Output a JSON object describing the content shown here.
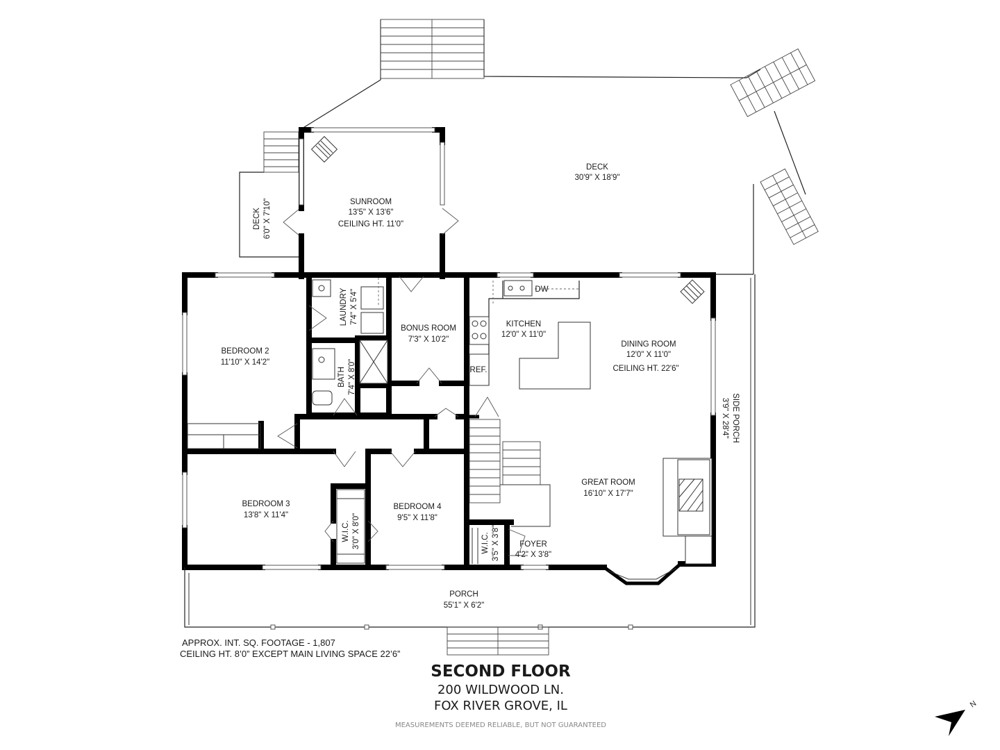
{
  "rooms": {
    "deck_main": {
      "name": "DECK",
      "dims": "30'9\" X 18'9\""
    },
    "deck_small": {
      "name": "DECK",
      "dims": "6'0\" X 7'10\""
    },
    "sunroom": {
      "name": "SUNROOM",
      "dims": "13'5\" X 13'6\"",
      "ceiling": "CEILING HT. 11'0\""
    },
    "laundry": {
      "name": "LAUNDRY",
      "dims": "7'4\" X 5'4\""
    },
    "bonus_room": {
      "name": "BONUS ROOM",
      "dims": "7'3\" X 10'2\""
    },
    "kitchen": {
      "name": "KITCHEN",
      "dims": "12'0\" X 11'0\"",
      "dw": "DW",
      "ref": "REF."
    },
    "dining_room": {
      "name": "DINING ROOM",
      "dims": "12'0\" X 11'0\"",
      "ceiling": "CEILING HT. 22'6\""
    },
    "bedroom2": {
      "name": "BEDROOM 2",
      "dims": "11'10\" X 14'2\""
    },
    "bath": {
      "name": "BATH",
      "dims": "7'4\" X 8'0\""
    },
    "side_porch": {
      "name": "SIDE PORCH",
      "dims": "3'9\" X 28'4\""
    },
    "great_room": {
      "name": "GREAT ROOM",
      "dims": "16'10\" X 17'7\""
    },
    "bedroom3": {
      "name": "BEDROOM 3",
      "dims": "13'8\" X 11'4\""
    },
    "wic1": {
      "name": "W.I.C.",
      "dims": "3'0\" X 8'0\""
    },
    "bedroom4": {
      "name": "BEDROOM 4",
      "dims": "9'5\" X 11'8\""
    },
    "wic2": {
      "name": "W.I.C.",
      "dims": "3'5\" X 3'8\""
    },
    "foyer": {
      "name": "FOYER",
      "dims": "4'2\" X 3'8\""
    },
    "porch": {
      "name": "PORCH",
      "dims": "55'1\" X 6'2\""
    }
  },
  "notes": {
    "sqft": "APPROX. INT. SQ. FOOTAGE - 1,807",
    "ceiling": "CEILING HT. 8’0” EXCEPT MAIN LIVING SPACE 22’6”"
  },
  "title": {
    "floor": "SECOND FLOOR",
    "address1": "200 WILDWOOD LN.",
    "address2": "FOX RIVER GROVE, IL",
    "disclaimer": "MEASUREMENTS DEEMED RELIABLE, BUT NOT GUARANTEED"
  },
  "compass": {
    "label": "N"
  }
}
